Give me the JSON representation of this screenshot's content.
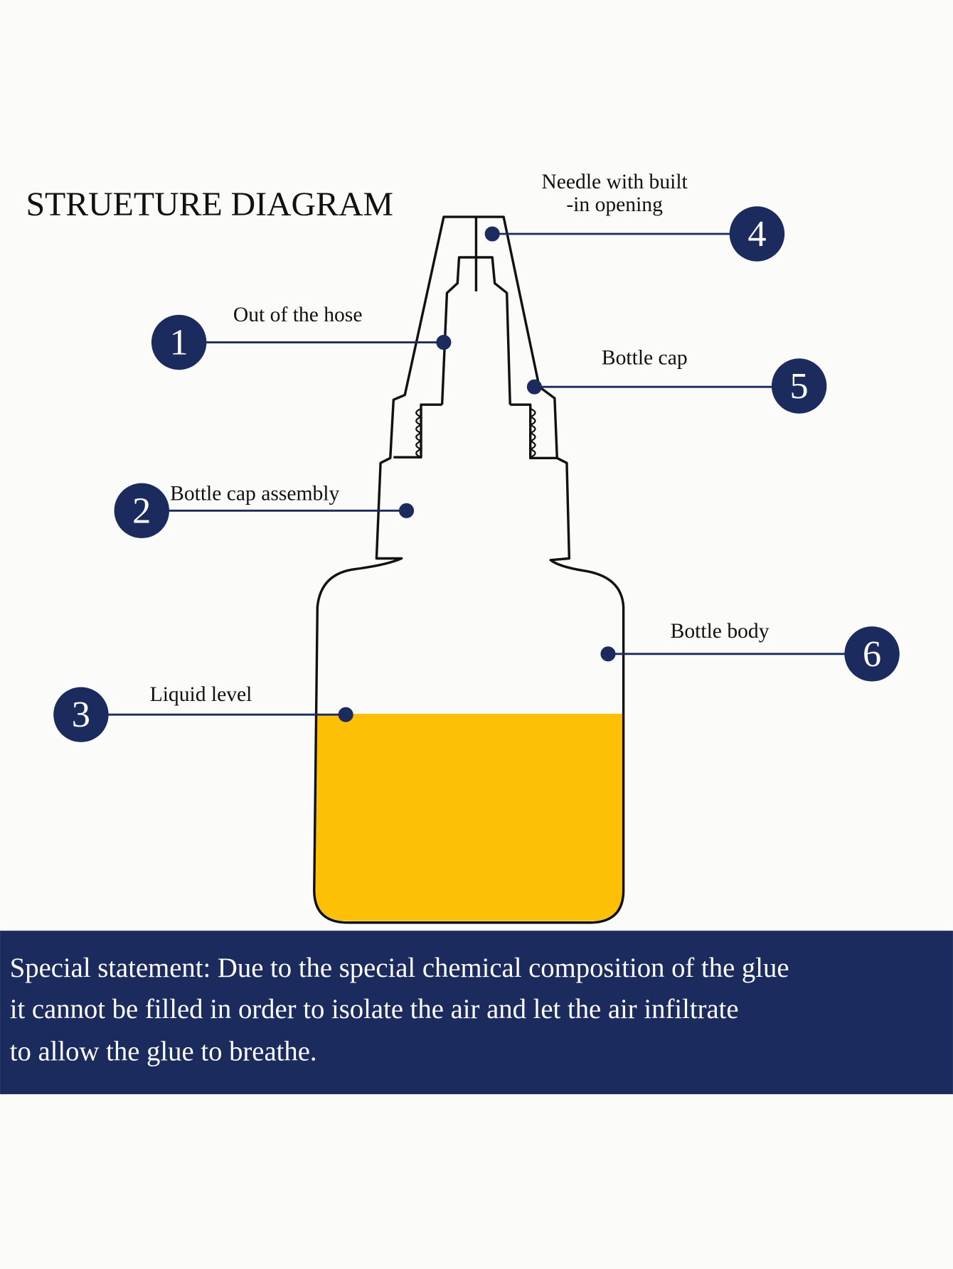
{
  "title": "STRUETURE DIAGRAM",
  "colors": {
    "navy": "#1c2b5e",
    "liquid": "#fdc007",
    "outline": "#111111"
  },
  "callouts": [
    {
      "number": "1",
      "label": "Out of the hose"
    },
    {
      "number": "2",
      "label": "Bottle cap assembly"
    },
    {
      "number": "3",
      "label": "Liquid level"
    },
    {
      "number": "4",
      "label_line1": "Needle with built",
      "label_line2": "-in opening"
    },
    {
      "number": "5",
      "label": "Bottle cap"
    },
    {
      "number": "6",
      "label": "Bottle body"
    }
  ],
  "statement": {
    "line1": "Special statement: Due to the special chemical composition of the glue",
    "line2": "it cannot be filled in order to isolate the air and let the air infiltrate",
    "line3": "to allow the glue to breathe."
  }
}
